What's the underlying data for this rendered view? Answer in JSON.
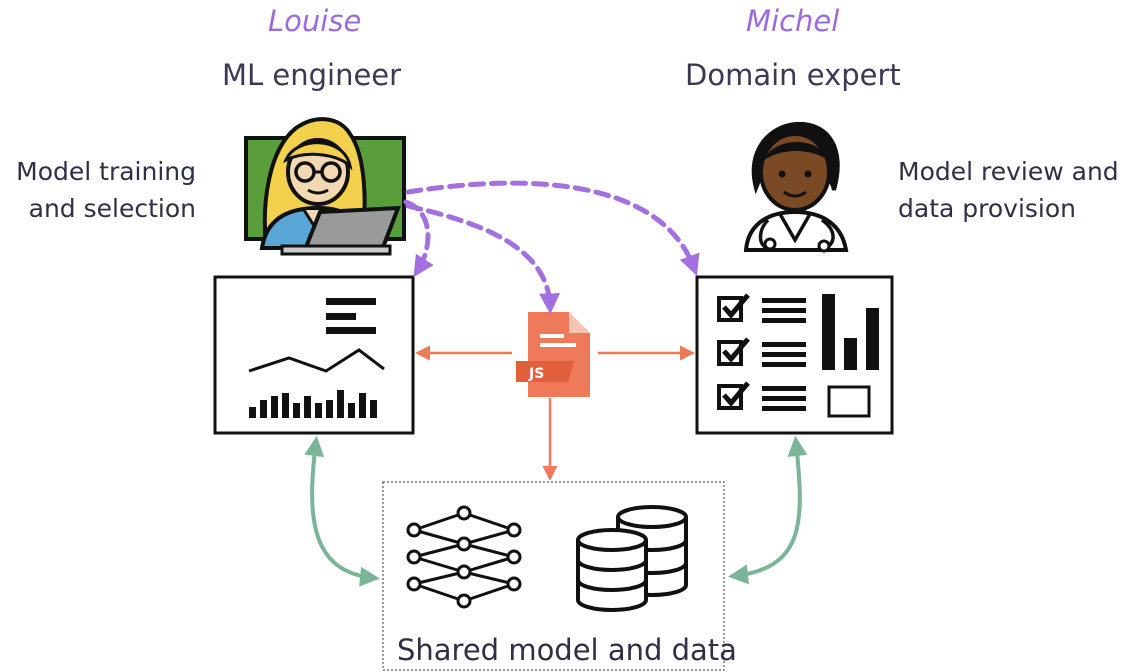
{
  "personas": {
    "left": {
      "name": "Louise",
      "role": "ML engineer",
      "desc_line1": "Model training",
      "desc_line2": "and selection",
      "avatar": "female-technologist-emoji"
    },
    "right": {
      "name": "Michel",
      "role": "Domain expert",
      "desc_line1": "Model review and",
      "desc_line2": "data provision",
      "avatar": "health-worker-emoji"
    }
  },
  "center_file": {
    "label": "JS",
    "icon": "javascript-file-icon"
  },
  "shared": {
    "label": "Shared model and data"
  },
  "colors": {
    "persona_name": "#9b6bdc",
    "purple_arrow": "#a470e0",
    "orange_arrow": "#ee7a5a",
    "green_arrow": "#79b596",
    "js_file": "#ee7a5a"
  }
}
